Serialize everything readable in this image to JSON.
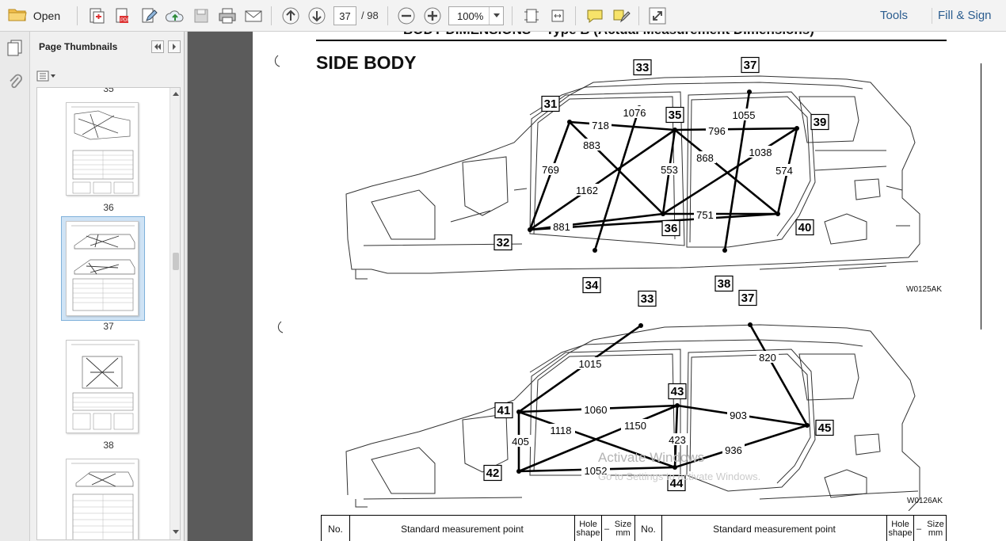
{
  "toolbar": {
    "open_label": "Open",
    "page_current": "37",
    "page_total": "/ 98",
    "zoom_value": "100%",
    "tools_label": "Tools",
    "fill_sign_label": "Fill & Sign"
  },
  "sidebar": {
    "title": "Page Thumbnails",
    "thumbnails": [
      {
        "label": "35"
      },
      {
        "label": "36"
      },
      {
        "label": "37"
      },
      {
        "label": "38"
      }
    ]
  },
  "document": {
    "cut_heading": "BODY DIMENSIONS – Type B (Actual Measurement Dimensions)",
    "section_title": "SIDE BODY",
    "figure1_code": "W0125AK",
    "figure2_code": "W0126AK",
    "figure1": {
      "points": [
        "31",
        "32",
        "33",
        "34",
        "35",
        "36",
        "37",
        "38",
        "39",
        "40"
      ],
      "dimensions": [
        "1076",
        "718",
        "883",
        "769",
        "1162",
        "881",
        "553",
        "796",
        "868",
        "1055",
        "1038",
        "574",
        "751"
      ]
    },
    "figure2": {
      "points": [
        "33",
        "37",
        "41",
        "42",
        "43",
        "44",
        "45"
      ],
      "dimensions": [
        "1015",
        "820",
        "1060",
        "903",
        "1118",
        "1150",
        "405",
        "423",
        "936",
        "1052"
      ]
    },
    "table_headers": {
      "no": "No.",
      "point": "Standard measurement point",
      "hole_shape": "Hole shape",
      "size": "Size mm",
      "dash": "–"
    }
  },
  "watermark": {
    "line1": "Activate Windows",
    "line2": "Go to Settings to activate Windows."
  },
  "colors": {
    "toolbar_bg": "#f3f3f3",
    "link_blue": "#2b5d8f",
    "viewer_gap": "#5b5b5b",
    "selection": "#cfe3f5"
  }
}
